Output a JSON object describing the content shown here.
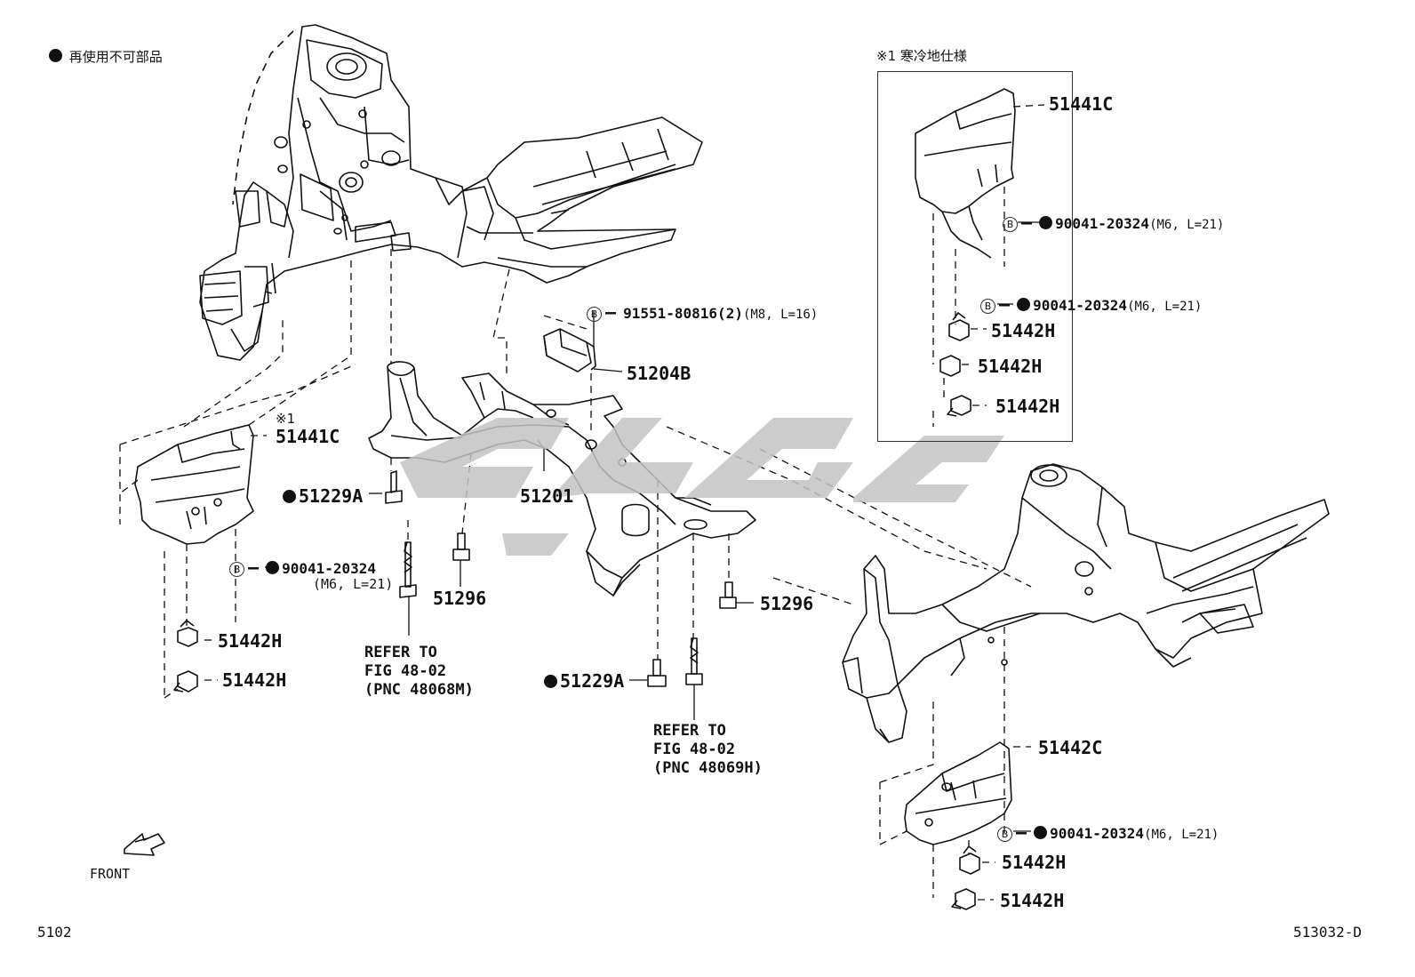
{
  "legend": {
    "non_reusable": "再使用不可部品",
    "cold_spec": "※1 寒冷地仕様",
    "mark1": "※1"
  },
  "labels": {
    "p51441C_main": "51441C",
    "p51441C_inset": "51441C",
    "p51204B": "51204B",
    "p51201": "51201",
    "p51229A_a": "51229A",
    "p51229A_b": "51229A",
    "p51296_a": "51296",
    "p51296_b": "51296",
    "p51442C": "51442C",
    "p51442H_1": "51442H",
    "p51442H_2": "51442H",
    "p51442H_3": "51442H",
    "p51442H_4": "51442H",
    "p51442H_5": "51442H",
    "p51442H_6": "51442H",
    "p51442H_7": "51442H",
    "bolt_91551": "91551-80816(2)",
    "bolt_91551_spec": "(M8, L=16)",
    "bolt_90041_a": "90041-20324",
    "bolt_90041_a_spec": "(M6, L=21)",
    "bolt_90041_b": "90041-20324",
    "bolt_90041_b_spec": "(M6, L=21)",
    "bolt_90041_c": "90041-20324",
    "bolt_90041_c_spec": "(M6, L=21)",
    "bolt_90041_d": "90041-20324",
    "bolt_90041_d_spec": "(M6, L=21)",
    "b_marker": "B"
  },
  "refer_a": {
    "line1": "REFER TO",
    "line2": "FIG 48-02",
    "line3": "(PNC 48068M)"
  },
  "refer_b": {
    "line1": "REFER TO",
    "line2": "FIG 48-02",
    "line3": "(PNC 48069H)"
  },
  "front_label": "FRONT",
  "footer": {
    "left": "5102",
    "right": "513032-D"
  },
  "watermark": {
    "color": "#c8c8c8"
  },
  "colors": {
    "line": "#111111",
    "watermark": "#c4c4c4"
  }
}
